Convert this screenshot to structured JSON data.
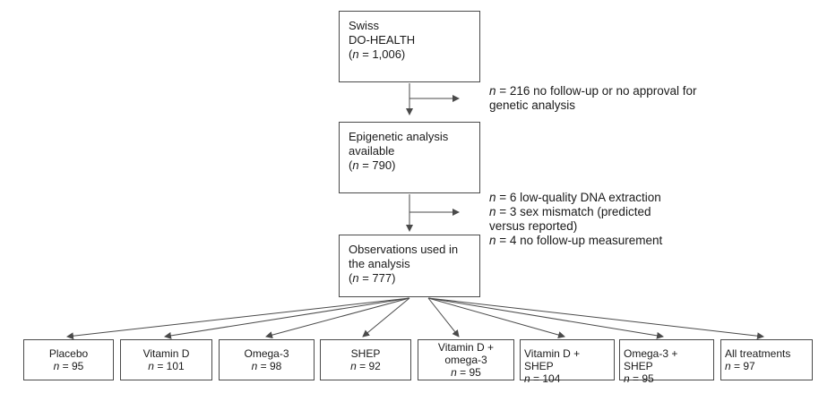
{
  "flow": {
    "box_cohort": {
      "line1": "Swiss",
      "line2": "DO-HEALTH",
      "n_prefix": "(",
      "n_italic": "n",
      "n_rest": " = 1,006)"
    },
    "box_epigenetic": {
      "line1": "Epigenetic analysis",
      "line2": "available",
      "n_prefix": "(",
      "n_italic": "n",
      "n_rest": " = 790)"
    },
    "box_observations": {
      "line1": "Observations used in",
      "line2": "the analysis",
      "n_prefix": "(",
      "n_italic": "n",
      "n_rest": " = 777)"
    },
    "exclusion_1": {
      "line1_italic": "n",
      "line1_rest": " = 216 no follow-up or no approval for",
      "line2": "genetic analysis"
    },
    "exclusion_2": {
      "a_italic": "n",
      "a_rest": " = 6 low-quality DNA extraction",
      "b_italic": "n",
      "b_rest": " = 3 sex mismatch (predicted",
      "b_cont": "versus reported)",
      "c_italic": "n",
      "c_rest": " = 4 no follow-up measurement"
    },
    "groups": [
      {
        "name": "Placebo",
        "name2": "",
        "n_italic": "n",
        "n_rest": " = 95"
      },
      {
        "name": "Vitamin D",
        "name2": "",
        "n_italic": "n",
        "n_rest": " = 101"
      },
      {
        "name": "Omega-3",
        "name2": "",
        "n_italic": "n",
        "n_rest": " = 98"
      },
      {
        "name": "SHEP",
        "name2": "",
        "n_italic": "n",
        "n_rest": " = 92"
      },
      {
        "name": "Vitamin D +",
        "name2": "omega-3",
        "n_italic": "n",
        "n_rest": " = 95"
      },
      {
        "name": "Vitamin D + SHEP",
        "name2": "",
        "n_italic": "n",
        "n_rest": " = 104"
      },
      {
        "name": "Omega-3 + SHEP",
        "name2": "",
        "n_italic": "n",
        "n_rest": " = 95"
      },
      {
        "name": "All treatments",
        "name2": "",
        "n_italic": "n",
        "n_rest": " = 97"
      }
    ]
  }
}
